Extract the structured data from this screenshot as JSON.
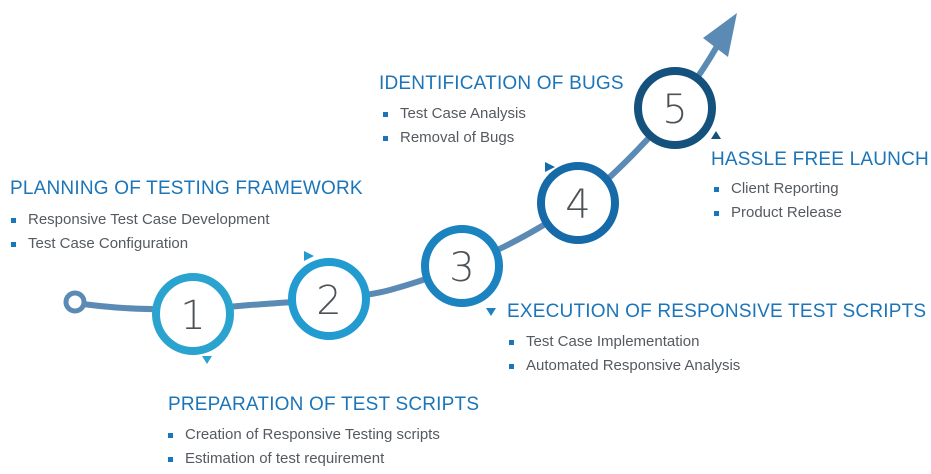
{
  "stages": [
    {
      "number": "1",
      "title": "PLANNING OF TESTING FRAMEWORK",
      "items": [
        "Responsive Test Case Development",
        "Test Case Configuration"
      ],
      "color": "#2aa4cf"
    },
    {
      "number": "2",
      "title": "PREPARATION OF TEST SCRIPTS",
      "items": [
        "Creation of Responsive Testing scripts",
        "Estimation of test requirement"
      ],
      "color": "#229bd0"
    },
    {
      "number": "3",
      "title": "EXECUTION OF RESPONSIVE TEST SCRIPTS",
      "items": [
        "Test Case Implementation",
        "Automated Responsive Analysis"
      ],
      "color": "#1a83c0"
    },
    {
      "number": "4",
      "title": "IDENTIFICATION OF BUGS",
      "items": [
        "Test Case Analysis",
        "Removal of Bugs"
      ],
      "color": "#166aa8"
    },
    {
      "number": "5",
      "title": "HASSLE FREE LAUNCH",
      "items": [
        "Client Reporting",
        "Product Release"
      ],
      "color": "#14527d"
    }
  ],
  "colors": {
    "path": "#5b8bb4",
    "heading": "#1b75b8",
    "text": "#555a60"
  }
}
